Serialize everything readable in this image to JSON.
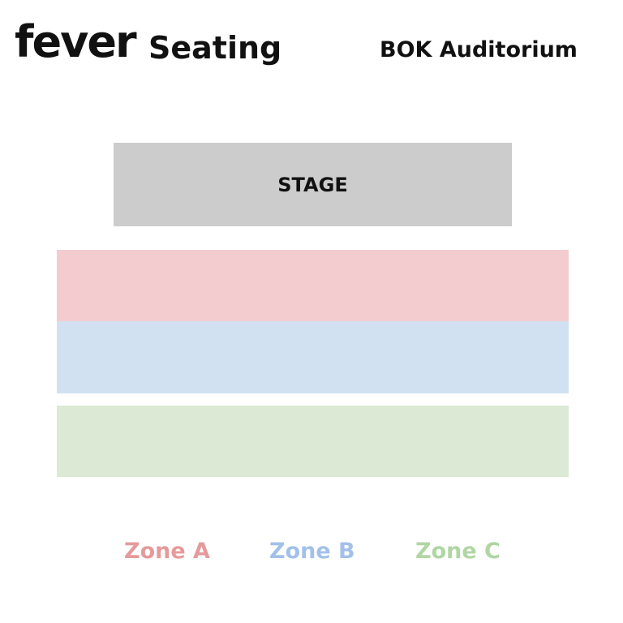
{
  "header": {
    "logo_text": "fever",
    "title": "Seating",
    "venue": "BOK Auditorium"
  },
  "stage": {
    "label": "STAGE",
    "color": "#cccccc"
  },
  "zones": [
    {
      "name": "Zone A",
      "fill_color": "#f3cccf",
      "label_color": "#e59a9b"
    },
    {
      "name": "Zone B",
      "fill_color": "#d2e1f2",
      "label_color": "#a2c0ea"
    },
    {
      "name": "Zone C",
      "fill_color": "#dbe9d5",
      "label_color": "#b0d6a4"
    }
  ]
}
